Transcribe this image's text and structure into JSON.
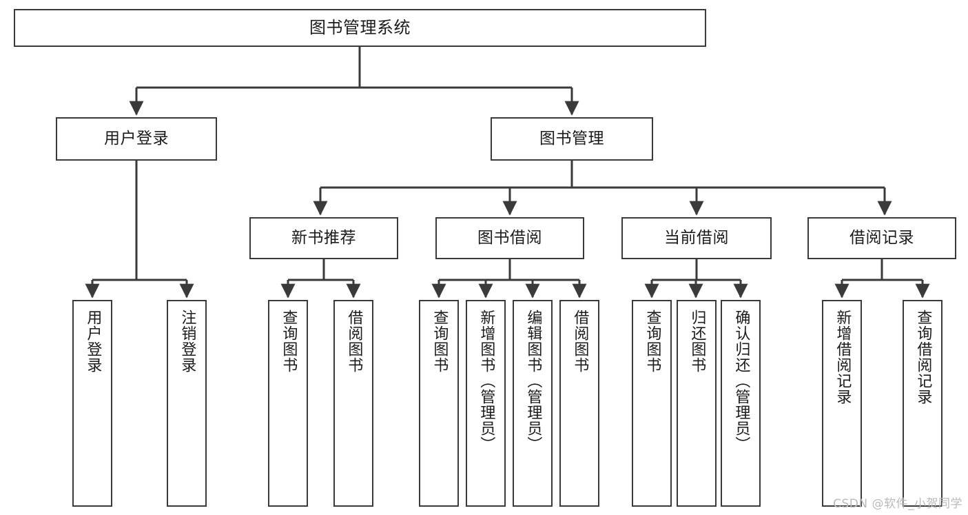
{
  "diagram": {
    "title": "图书管理系统",
    "type": "hierarchy-tree",
    "watermark": "CSDN @软件_小贺同学",
    "colors": {
      "stroke": "#3a3a3a",
      "background": "#ffffff",
      "text": "#1b1b1b",
      "watermark": "#b9b9b9"
    },
    "nodes": {
      "root": {
        "label": "图书管理系统"
      },
      "level2": [
        {
          "id": "user-login",
          "label": "用户登录"
        },
        {
          "id": "book-management",
          "label": "图书管理"
        }
      ],
      "level3": [
        {
          "id": "new-book-recommend",
          "label": "新书推荐"
        },
        {
          "id": "book-borrow",
          "label": "图书借阅"
        },
        {
          "id": "current-borrow",
          "label": "当前借阅"
        },
        {
          "id": "borrow-record",
          "label": "借阅记录"
        }
      ],
      "leaves": {
        "user-login": [
          {
            "id": "leaf-user-login",
            "label": "用户登录"
          },
          {
            "id": "leaf-logout-login",
            "label": "注销登录"
          }
        ],
        "new-book-recommend": [
          {
            "id": "leaf-query-book-1",
            "label": "查询图书"
          },
          {
            "id": "leaf-borrow-book-1",
            "label": "借阅图书"
          }
        ],
        "book-borrow": [
          {
            "id": "leaf-query-book-2",
            "label": "查询图书"
          },
          {
            "id": "leaf-add-book",
            "label": "新增图书（管理员）"
          },
          {
            "id": "leaf-edit-book",
            "label": "编辑图书（管理员）"
          },
          {
            "id": "leaf-borrow-book-2",
            "label": "借阅图书"
          }
        ],
        "current-borrow": [
          {
            "id": "leaf-query-book-3",
            "label": "查询图书"
          },
          {
            "id": "leaf-return-book",
            "label": "归还图书"
          },
          {
            "id": "leaf-confirm-return",
            "label": "确认归还（管理员）"
          }
        ],
        "borrow-record": [
          {
            "id": "leaf-add-record",
            "label": "新增借阅记录"
          },
          {
            "id": "leaf-query-record",
            "label": "查询借阅记录"
          }
        ]
      }
    }
  }
}
